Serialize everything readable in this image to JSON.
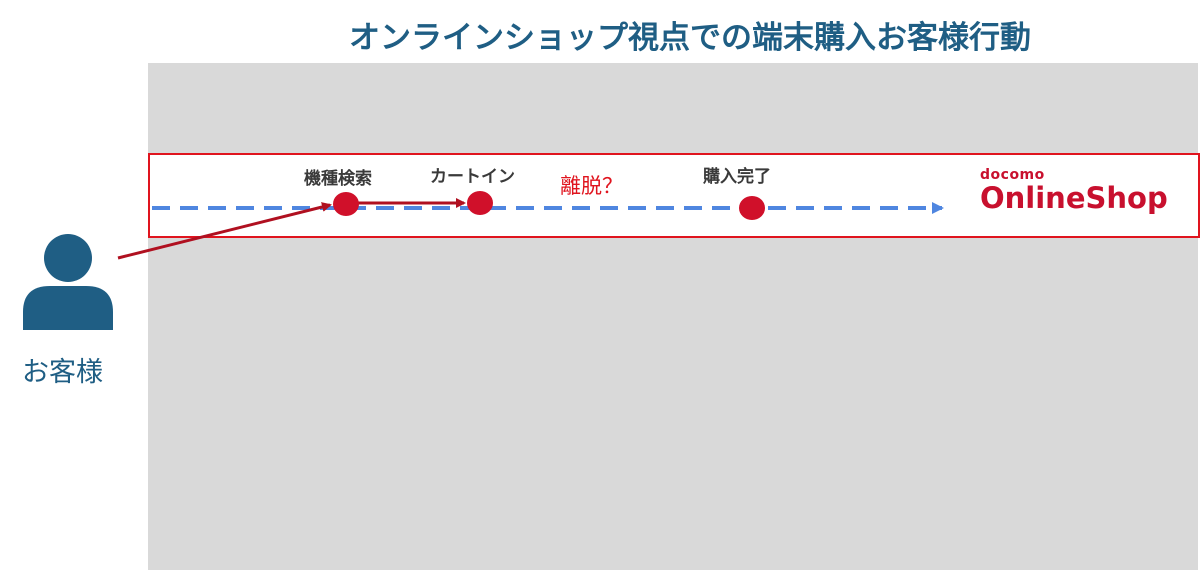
{
  "title": "オンラインショップ視点での端末購入お客様行動",
  "customer": {
    "label": "お客様",
    "icon": "person-icon",
    "color": "#1f5e84"
  },
  "steps": [
    {
      "label": "機種検索"
    },
    {
      "label": "カートイン"
    },
    {
      "label": "購入完了"
    }
  ],
  "dropout_label": "離脱？",
  "logo": {
    "small": "docomo",
    "big": "OnlineShop"
  },
  "colors": {
    "title": "#1f5e84",
    "highlight_border": "#e0141e",
    "panel": "#d9d9d9",
    "dashed_flow": "#4f86e0",
    "actual_path": "#b01020",
    "step_dot": "#d0102a",
    "logo": "#c8102e"
  }
}
